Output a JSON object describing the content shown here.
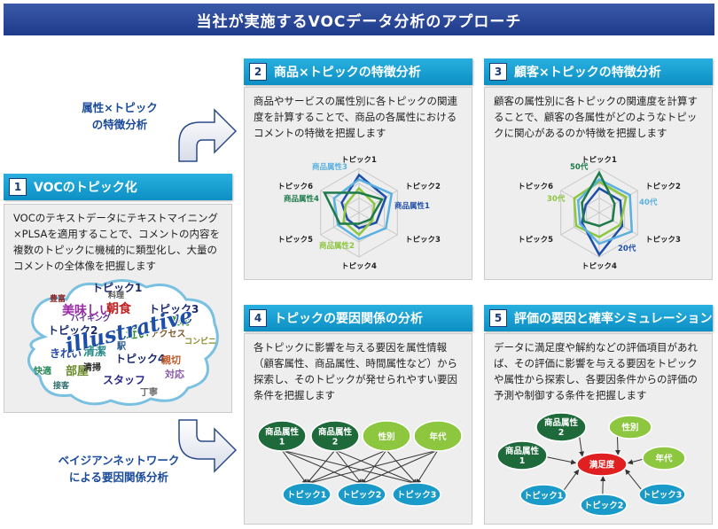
{
  "title": "当社が実施するVOCデータ分析のアプローチ",
  "side_labels": {
    "top": [
      "属性×トピック",
      "の特徴分析"
    ],
    "bottom": [
      "ベイジアンネットワーク",
      "による要因関係分析"
    ]
  },
  "sections": {
    "s1": {
      "num": "1",
      "title": "VOCのトピック化",
      "text": "VOCのテキストデータにテキストマイニング×PLSAを適用することで、コメントの内容を複数のトピックに機械的に類型化し、大量のコメントの全体像を把握します"
    },
    "s2": {
      "num": "2",
      "title": "商品×トピックの特徴分析",
      "text": "商品やサービスの属性別に各トピックの関連度を計算することで、商品の各属性におけるコメントの特徴を把握します"
    },
    "s3": {
      "num": "3",
      "title": "顧客×トピックの特徴分析",
      "text": "顧客の属性別に各トピックの関連度を計算することで、顧客の各属性がどのようなトピックに関心があるのか特徴を把握します"
    },
    "s4": {
      "num": "4",
      "title": "トピックの要因関係の分析",
      "text": "各トピックに影響を与える要因を属性情報（顧客属性、商品属性、時間属性など）から探索し、そのトピックが発せられやすい要因条件を把握します"
    },
    "s5": {
      "num": "5",
      "title": "評価の要因と確率シミュレーション",
      "text": "データに満足度や解約などの評価項目があれば、その評価に影響を与える要因をトピックや属性から探索し、各要因条件からの評価の予測や制御する条件を把握します"
    }
  },
  "radar_axes": [
    "トピック1",
    "トピック2",
    "トピック3",
    "トピック4",
    "トピック5",
    "トピック6"
  ],
  "radar2": {
    "series": [
      {
        "name": "商品属性1",
        "color": "#1e4fa8",
        "values": [
          0.85,
          0.7,
          0.45,
          0.35,
          0.3,
          0.45
        ]
      },
      {
        "name": "商品属性2",
        "color": "#8dc63f",
        "values": [
          0.55,
          0.4,
          0.35,
          0.5,
          0.4,
          0.35
        ]
      },
      {
        "name": "商品属性3",
        "color": "#5ab0e0",
        "values": [
          0.75,
          0.85,
          0.7,
          0.6,
          0.55,
          0.65
        ]
      },
      {
        "name": "商品属性4",
        "color": "#1e7a4a",
        "values": [
          0.45,
          0.6,
          0.3,
          0.25,
          0.5,
          0.9
        ]
      }
    ]
  },
  "radar3": {
    "series": [
      {
        "name": "20代",
        "color": "#1e4fa8",
        "values": [
          0.55,
          0.55,
          0.6,
          0.95,
          0.45,
          0.35
        ]
      },
      {
        "name": "30代",
        "color": "#8dc63f",
        "values": [
          0.7,
          0.7,
          0.55,
          0.55,
          0.6,
          0.65
        ]
      },
      {
        "name": "40代",
        "color": "#5ab0e0",
        "values": [
          0.75,
          0.8,
          0.85,
          0.7,
          0.5,
          0.55
        ]
      },
      {
        "name": "50代",
        "color": "#1e7a4a",
        "values": [
          0.9,
          0.4,
          0.35,
          0.3,
          0.4,
          0.45
        ]
      }
    ]
  },
  "net4": {
    "top_nodes": [
      {
        "label": [
          "商品属性",
          "1"
        ],
        "color": "#1e6a3a"
      },
      {
        "label": [
          "商品属性",
          "2"
        ],
        "color": "#1e6a3a"
      },
      {
        "label": [
          "性別"
        ],
        "color": "#8dc63f"
      },
      {
        "label": [
          "年代"
        ],
        "color": "#8dc63f"
      }
    ],
    "bottom_nodes": [
      {
        "label": [
          "トピック1"
        ],
        "color": "#1a9ac8"
      },
      {
        "label": [
          "トピック2"
        ],
        "color": "#1a9ac8"
      },
      {
        "label": [
          "トピック3"
        ],
        "color": "#1a9ac8"
      }
    ]
  },
  "net5": {
    "center": {
      "label": "満足度",
      "color": "#e02020"
    },
    "nodes": [
      {
        "label": [
          "商品属性",
          "2"
        ],
        "color": "#1e6a3a"
      },
      {
        "label": [
          "性別"
        ],
        "color": "#8dc63f"
      },
      {
        "label": [
          "商品属性",
          "1"
        ],
        "color": "#1e6a3a"
      },
      {
        "label": [
          "年代"
        ],
        "color": "#8dc63f"
      },
      {
        "label": [
          "トピック1"
        ],
        "color": "#1a9ac8"
      },
      {
        "label": [
          "トピック2"
        ],
        "color": "#1a9ac8"
      },
      {
        "label": [
          "トピック3"
        ],
        "color": "#1a9ac8"
      }
    ]
  },
  "word_cloud": {
    "watermark": "illustrative",
    "words": [
      {
        "t": "トピック1",
        "c": "#1a2a6a"
      },
      {
        "t": "トピック2",
        "c": "#1a2a6a"
      },
      {
        "t": "トピック3",
        "c": "#1a2a6a"
      },
      {
        "t": "トピック4",
        "c": "#1a2a6a"
      },
      {
        "t": "美味しい",
        "c": "#9a2aa8"
      },
      {
        "t": "朝食",
        "c": "#c02020"
      },
      {
        "t": "料理",
        "c": "#555"
      },
      {
        "t": "近い",
        "c": "#2a8a2a"
      },
      {
        "t": "アクセス",
        "c": "#7a5a2a"
      },
      {
        "t": "便利",
        "c": "#2a8a2a"
      },
      {
        "t": "きれい",
        "c": "#2a4aa8"
      },
      {
        "t": "清潔",
        "c": "#2a8a8a"
      },
      {
        "t": "部屋",
        "c": "#6a8a2a"
      },
      {
        "t": "清掃",
        "c": "#2a2a2a"
      },
      {
        "t": "親切",
        "c": "#c05a2a"
      },
      {
        "t": "スタッフ",
        "c": "#2a2a8a"
      },
      {
        "t": "対応",
        "c": "#8a5aa8"
      },
      {
        "t": "丁寧",
        "c": "#6a6a6a"
      },
      {
        "t": "快適",
        "c": "#2a8a5a"
      },
      {
        "t": "豊富",
        "c": "#8a2a2a"
      },
      {
        "t": "駅",
        "c": "#2a5a8a"
      },
      {
        "t": "コンビニ",
        "c": "#8a8a2a"
      },
      {
        "t": "バイキング",
        "c": "#5a2a8a"
      },
      {
        "t": "接客",
        "c": "#2a6a6a"
      }
    ]
  }
}
